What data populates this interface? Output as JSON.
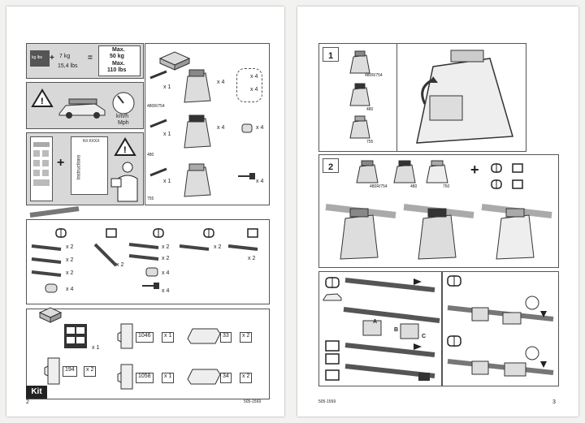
{
  "left_page": {
    "weight_panel": {
      "unit_box": "kg lbs",
      "plus1": "+",
      "weight_kg": "7 kg",
      "weight_lbs": "15,4 lbs",
      "equals": "=",
      "max_label_1": "Max.",
      "max_kg": "50 kg",
      "max_label_2": "Max.",
      "max_lbs": "110 lbs"
    },
    "speed_panel": {
      "unit_1": "km/h",
      "unit_2": "Mph"
    },
    "instructions_panel": {
      "plus": "+",
      "doc_title": "Instructions",
      "kit_label": "Kit XXXX"
    },
    "fitting_panel": {
      "qty_x1_a": "x 1",
      "qty_x4_a": "x 4",
      "qty_x4_b": "x 4",
      "qty_x4_c": "x 4",
      "variant_a": "480R/754",
      "qty_x1_b": "x 1",
      "qty_x4_d": "x 4",
      "qty_x4_e": "x 4",
      "variant_b": "480",
      "qty_x1_c": "x 1",
      "qty_x4_f": "x 4",
      "variant_c": "755"
    },
    "bars_panel": {
      "q1": "x 2",
      "q2": "x 2",
      "q3": "x 2",
      "q4": "x 4",
      "q5": "x 2",
      "q6": "x 2",
      "q7": "x 2",
      "q8": "x 4",
      "q9": "x 4",
      "q10": "x 2",
      "q11": "x 2"
    },
    "kit_panel": {
      "q_card": "x 1",
      "p1046": "1046",
      "q1046": "x 1",
      "p33": "33",
      "q33": "x 2",
      "p194": "194",
      "q194": "x 2",
      "p1058": "1058",
      "q1058": "x 1",
      "p34": "34",
      "q34": "x 2",
      "kit_tag": "Kit"
    },
    "page_number": "2",
    "doc_code": "505-1569"
  },
  "right_page": {
    "step1": {
      "number": "1",
      "v1": "480R/754",
      "v2": "480",
      "v3": "755"
    },
    "step2": {
      "number": "2",
      "v1": "480R/754",
      "v2": "480",
      "v3": "750",
      "plus": "+"
    },
    "arrow_labels": {
      "a": "A",
      "b": "B",
      "c": "C"
    },
    "doc_code": "505-1569",
    "page_number": "3"
  }
}
